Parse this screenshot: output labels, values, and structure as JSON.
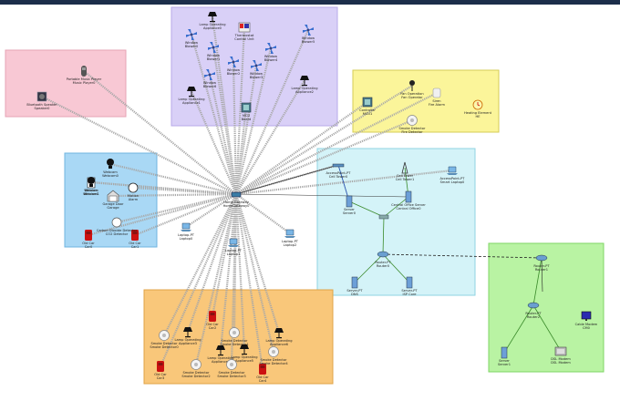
{
  "zones": [
    {
      "id": "pink",
      "color": "#f8c8d4",
      "border": "#e6a3b4"
    },
    {
      "id": "purple",
      "color": "#d9d0f7",
      "border": "#b8aae8"
    },
    {
      "id": "yellow",
      "color": "#fbf59a",
      "border": "#d6cc55"
    },
    {
      "id": "blue",
      "color": "#a9d8f5",
      "border": "#6fb4e0"
    },
    {
      "id": "cyan",
      "color": "#d4f3f8",
      "border": "#8fd3e2"
    },
    {
      "id": "green",
      "color": "#b9f3a3",
      "border": "#7fd466"
    },
    {
      "id": "orange",
      "color": "#f9c77a",
      "border": "#e0a347"
    }
  ],
  "devices": {
    "pink_player": {
      "label": "Portable Music Player\nMusic Player0",
      "icon": "music-player-icon"
    },
    "pink_speaker": {
      "label": "Bluetooth Speaker\nSpeaker0",
      "icon": "speaker-icon"
    },
    "p_lamp0": {
      "label": "Lamp Operating\nAppliance0",
      "icon": "lamp-icon"
    },
    "p_thermo": {
      "label": "Thermostat\nControl Unit",
      "icon": "thermostat-icon"
    },
    "p_fan0": {
      "label": "Window\nBlower0",
      "icon": "fan-icon"
    },
    "p_fan1": {
      "label": "Window\nBlower1",
      "icon": "fan-icon"
    },
    "p_fan2": {
      "label": "Window\nBlower2",
      "icon": "fan-icon"
    },
    "p_fan3": {
      "label": "Window\nBlower3",
      "icon": "fan-icon"
    },
    "p_fan4": {
      "label": "Window\nBlower4",
      "icon": "fan-icon"
    },
    "p_fan5": {
      "label": "Window\nBlower5",
      "icon": "fan-icon"
    },
    "p_fan6": {
      "label": "Window\nBlower6",
      "icon": "fan-icon"
    },
    "p_lamp1": {
      "label": "Lamp Operating\nAppliance1",
      "icon": "lamp-icon"
    },
    "p_lamp2": {
      "label": "Lamp Operating\nAppliance2",
      "icon": "lamp-icon"
    },
    "p_mcu": {
      "label": "MCU\nBoard",
      "icon": "mcu-icon"
    },
    "y_board": {
      "label": "Controller\nMCU1",
      "icon": "mcu-icon"
    },
    "y_sensor": {
      "label": "Fan Operation\nFan Operator",
      "icon": "sensor-icon"
    },
    "y_siren": {
      "label": "Siren\nFire Alarm",
      "icon": "siren-icon"
    },
    "y_smoke": {
      "label": "Smoke Detector\nFire Detector",
      "icon": "smoke-detector-icon"
    },
    "y_clock": {
      "label": "Heating Element\nHE",
      "icon": "clock-icon"
    },
    "b_cam": {
      "label": "Webcam\nWebcam0",
      "icon": "camera-icon"
    },
    "b_door": {
      "label": "Window\nWindow0",
      "icon": "door-icon"
    },
    "b_garage": {
      "label": "Garage Door\nGarage",
      "icon": "garage-icon"
    },
    "b_webcam1": {
      "label": "Webcam\nWebcam1",
      "icon": "camera-icon"
    },
    "b_alarm": {
      "label": "Motion\nAlarm",
      "icon": "alarm-icon"
    },
    "b_co": {
      "label": "Carbon Dioxide Detector\nCO2 Detector",
      "icon": "detector-icon"
    },
    "b_car0": {
      "label": "Old Car\nCar0",
      "icon": "car-icon"
    },
    "b_car1": {
      "label": "Old Car\nCar1",
      "icon": "car-icon"
    },
    "hub": {
      "label": "Home Gateway\nHomeGateway0",
      "icon": "gateway-icon"
    },
    "laptop0": {
      "label": "Laptop-PT\nLaptop0",
      "icon": "laptop-icon"
    },
    "laptop1": {
      "label": "Laptop-PT\nLaptop1",
      "icon": "laptop-icon"
    },
    "laptop2": {
      "label": "Laptop-PT\nLaptop2",
      "icon": "laptop-icon"
    },
    "c_ap0": {
      "label": "AccessPoint-PT\nCell Tower0",
      "icon": "access-point-icon"
    },
    "c_tower": {
      "label": "Cell Tower\nCell Tower1",
      "icon": "tower-icon"
    },
    "c_laptop": {
      "label": "AccessPoint-PT\nSmart Laptop0",
      "icon": "laptop-icon"
    },
    "c_srv": {
      "label": "Server\nServer0",
      "icon": "server-icon"
    },
    "c_cdc": {
      "label": "Central Office Server\nCentral Office0",
      "icon": "server-icon"
    },
    "c_sw": {
      "label": "",
      "icon": "switch-icon"
    },
    "c_router": {
      "label": "Router-PT\nRouter0",
      "icon": "router-icon"
    },
    "c_pc1": {
      "label": "Server-PT\nDNS",
      "icon": "server-icon"
    },
    "c_pc2": {
      "label": "Server-PT\nISP Core",
      "icon": "server-icon"
    },
    "g_router1": {
      "label": "Router-PT\nRouter1",
      "icon": "router-icon"
    },
    "g_router2": {
      "label": "Router-PT\nRouter2",
      "icon": "router-icon"
    },
    "g_server": {
      "label": "Server\nServer1",
      "icon": "server-icon"
    },
    "g_modem": {
      "label": "DSL Modem\nDSL Modem",
      "icon": "modem-icon"
    },
    "g_monitor": {
      "label": "Cable Modem\nCM0",
      "icon": "monitor-icon"
    },
    "o_smoke0": {
      "label": "Smoke Detector\nSmoke Detector0",
      "icon": "smoke-detector-icon"
    },
    "o_lamp0": {
      "label": "Lamp Operating\nAppliance3",
      "icon": "lamp-icon"
    },
    "o_car": {
      "label": "Old Car\nCar2",
      "icon": "car-icon"
    },
    "o_lamp1": {
      "label": "Lamp Operating\nAppliance4",
      "icon": "lamp-icon"
    },
    "o_smoke1": {
      "label": "Smoke Detector\nSmoke Detector1",
      "icon": "smoke-detector-icon"
    },
    "o_car2": {
      "label": "Old Car\nCar3",
      "icon": "car-icon"
    },
    "o_smoke2": {
      "label": "Smoke Detector\nSmoke Detector2",
      "icon": "smoke-detector-icon"
    },
    "o_lamp2": {
      "label": "Lamp Operating\nAppliance5",
      "icon": "lamp-icon"
    },
    "o_car3": {
      "label": "Old Car\nCar4",
      "icon": "car-icon"
    },
    "o_smoke3": {
      "label": "Smoke Detector\nSmoke Detector3",
      "icon": "smoke-detector-icon"
    },
    "o_lamp3": {
      "label": "Lamp Operating\nAppliance6",
      "icon": "lamp-icon"
    },
    "o_smoke4": {
      "label": "Smoke Detector\nSmoke Detector4",
      "icon": "smoke-detector-icon"
    }
  },
  "colors": {
    "wireless_link": "#a8a8a8",
    "wired_link": "#3a8a2a",
    "serial_link": "#333333",
    "topbar": "#1c2e4a"
  }
}
